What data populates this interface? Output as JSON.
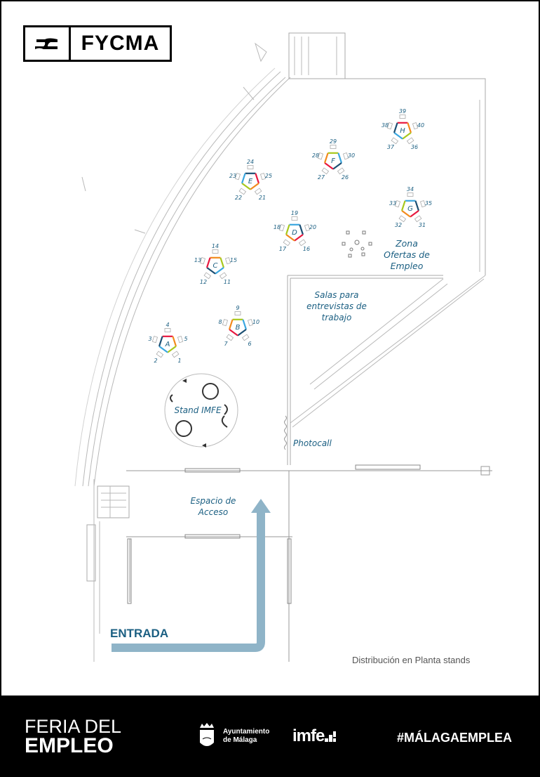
{
  "header": {
    "logo_text": "FYCMA"
  },
  "plan": {
    "zones": {
      "ofertas": "Zona Ofertas de Empleo",
      "salas": "Salas para entrevistas de trabajo",
      "stand_imfe": "Stand IMFE",
      "photocall": "Photocall",
      "acceso": "Espacio de Acceso"
    },
    "entrance_label": "ENTRADA",
    "caption": "Distribución en Planta stands",
    "cluster_colors": [
      "#e8173f",
      "#f28a1c",
      "#a8c81c",
      "#3aa7e0",
      "#1c4f73"
    ],
    "clusters": [
      {
        "letter": "A",
        "numbers": [
          "4",
          "3",
          "5",
          "2",
          "1"
        ]
      },
      {
        "letter": "B",
        "numbers": [
          "9",
          "8",
          "10",
          "7",
          "6"
        ]
      },
      {
        "letter": "C",
        "numbers": [
          "14",
          "13",
          "15",
          "12",
          "11"
        ]
      },
      {
        "letter": "D",
        "numbers": [
          "19",
          "18",
          "20",
          "17",
          "16"
        ]
      },
      {
        "letter": "E",
        "numbers": [
          "24",
          "23",
          "25",
          "22",
          "21"
        ]
      },
      {
        "letter": "F",
        "numbers": [
          "29",
          "28",
          "30",
          "27",
          "26"
        ]
      },
      {
        "letter": "G",
        "numbers": [
          "34",
          "33",
          "35",
          "32",
          "31"
        ]
      },
      {
        "letter": "H",
        "numbers": [
          "39",
          "38",
          "40",
          "37",
          "36"
        ]
      }
    ],
    "arrow_color": "#8fb4c8",
    "text_color": "#1b5f82"
  },
  "footer": {
    "title_line1": "FERIA DEL",
    "title_line2": "EMPLEO",
    "ayuntamiento_line1": "Ayuntamiento",
    "ayuntamiento_line2": "de Málaga",
    "imfe": "imfe",
    "hashtag": "#MÁLAGAEMPLEA"
  }
}
